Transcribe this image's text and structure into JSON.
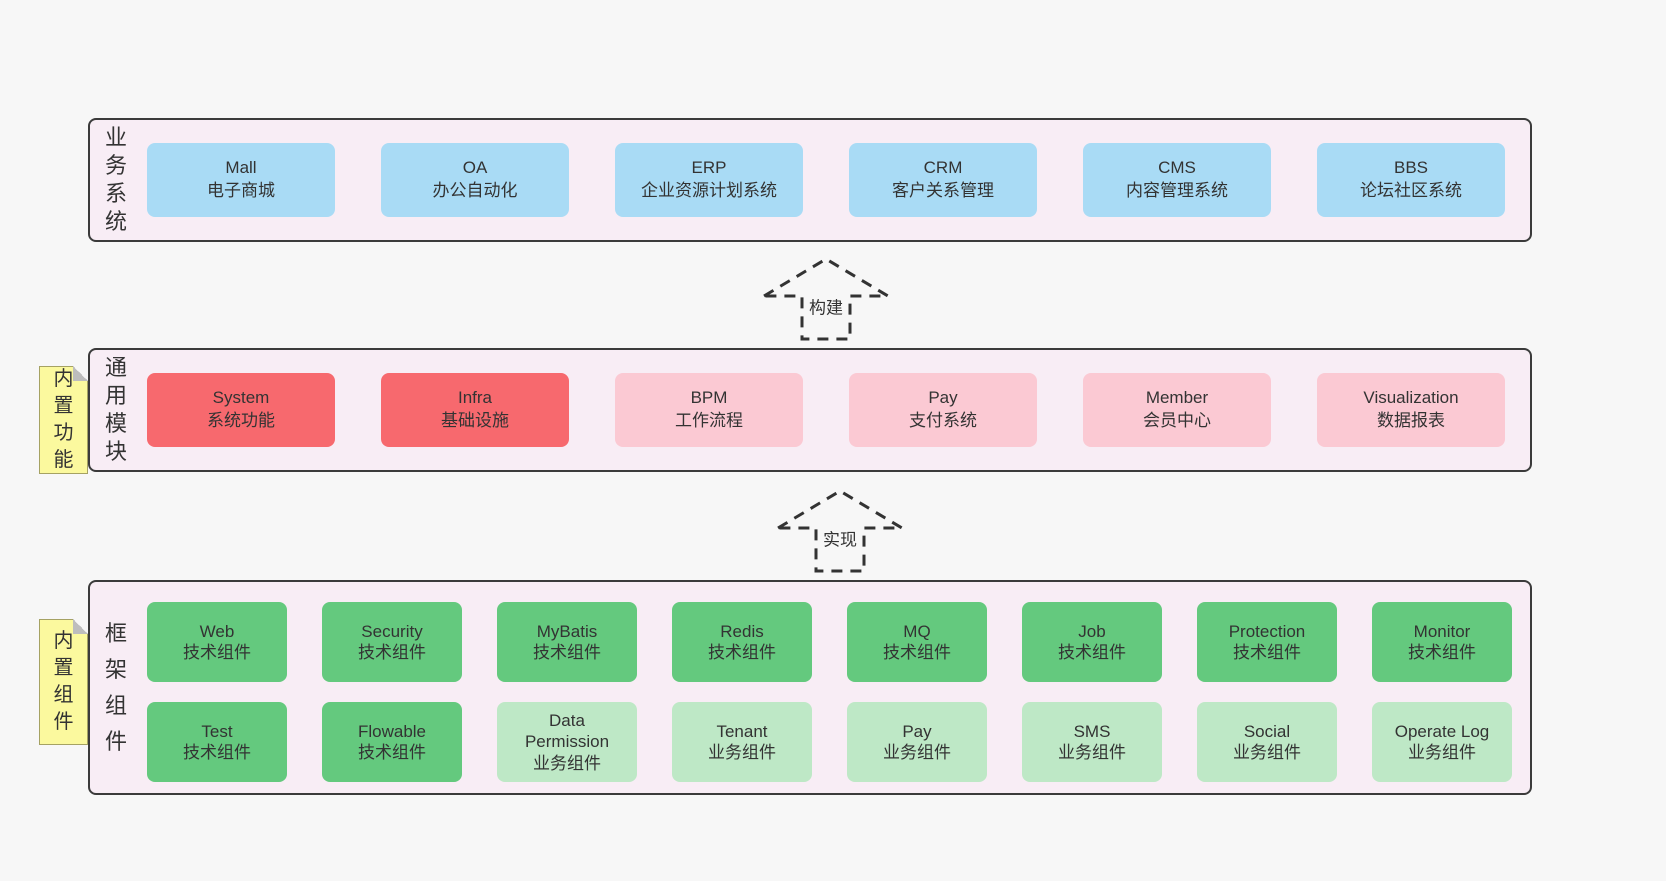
{
  "bands": {
    "business": {
      "label": "业务系统",
      "boxes": [
        {
          "title": "Mall",
          "subtitle": "电子商城"
        },
        {
          "title": "OA",
          "subtitle": "办公自动化"
        },
        {
          "title": "ERP",
          "subtitle": "企业资源计划系统"
        },
        {
          "title": "CRM",
          "subtitle": "客户关系管理"
        },
        {
          "title": "CMS",
          "subtitle": "内容管理系统"
        },
        {
          "title": "BBS",
          "subtitle": "论坛社区系统"
        }
      ]
    },
    "modules": {
      "label": "通用模块",
      "sticky": "内置功能",
      "boxes": [
        {
          "title": "System",
          "subtitle": "系统功能",
          "variant": "red"
        },
        {
          "title": "Infra",
          "subtitle": "基础设施",
          "variant": "red"
        },
        {
          "title": "BPM",
          "subtitle": "工作流程",
          "variant": "pink"
        },
        {
          "title": "Pay",
          "subtitle": "支付系统",
          "variant": "pink"
        },
        {
          "title": "Member",
          "subtitle": "会员中心",
          "variant": "pink"
        },
        {
          "title": "Visualization",
          "subtitle": "数据报表",
          "variant": "pink"
        }
      ]
    },
    "components": {
      "label": "框架组件",
      "sticky": "内置组件",
      "row1": [
        {
          "title": "Web",
          "subtitle": "技术组件",
          "variant": "green"
        },
        {
          "title": "Security",
          "subtitle": "技术组件",
          "variant": "green"
        },
        {
          "title": "MyBatis",
          "subtitle": "技术组件",
          "variant": "green"
        },
        {
          "title": "Redis",
          "subtitle": "技术组件",
          "variant": "green"
        },
        {
          "title": "MQ",
          "subtitle": "技术组件",
          "variant": "green"
        },
        {
          "title": "Job",
          "subtitle": "技术组件",
          "variant": "green"
        },
        {
          "title": "Protection",
          "subtitle": "技术组件",
          "variant": "green"
        },
        {
          "title": "Monitor",
          "subtitle": "技术组件",
          "variant": "green"
        }
      ],
      "row2": [
        {
          "title": "Test",
          "subtitle": "技术组件",
          "variant": "green"
        },
        {
          "title": "Flowable",
          "subtitle": "技术组件",
          "variant": "green"
        },
        {
          "title": "Data Permission",
          "subtitle": "业务组件",
          "variant": "green-light"
        },
        {
          "title": "Tenant",
          "subtitle": "业务组件",
          "variant": "green-light"
        },
        {
          "title": "Pay",
          "subtitle": "业务组件",
          "variant": "green-light"
        },
        {
          "title": "SMS",
          "subtitle": "业务组件",
          "variant": "green-light"
        },
        {
          "title": "Social",
          "subtitle": "业务组件",
          "variant": "green-light"
        },
        {
          "title": "Operate Log",
          "subtitle": "业务组件",
          "variant": "green-light"
        }
      ]
    }
  },
  "arrows": {
    "build": "构建",
    "implement": "实现"
  },
  "colors": {
    "page_bg": "#f7f7f7",
    "band_bg": "#f8edf5",
    "band_border": "#3b3b3b",
    "blue": "#a9dbf5",
    "red": "#f7696e",
    "pink": "#fbc9d3",
    "green_dark": "#64c97e",
    "green_light": "#bee8c6",
    "sticky_yellow": "#fbf99e"
  }
}
